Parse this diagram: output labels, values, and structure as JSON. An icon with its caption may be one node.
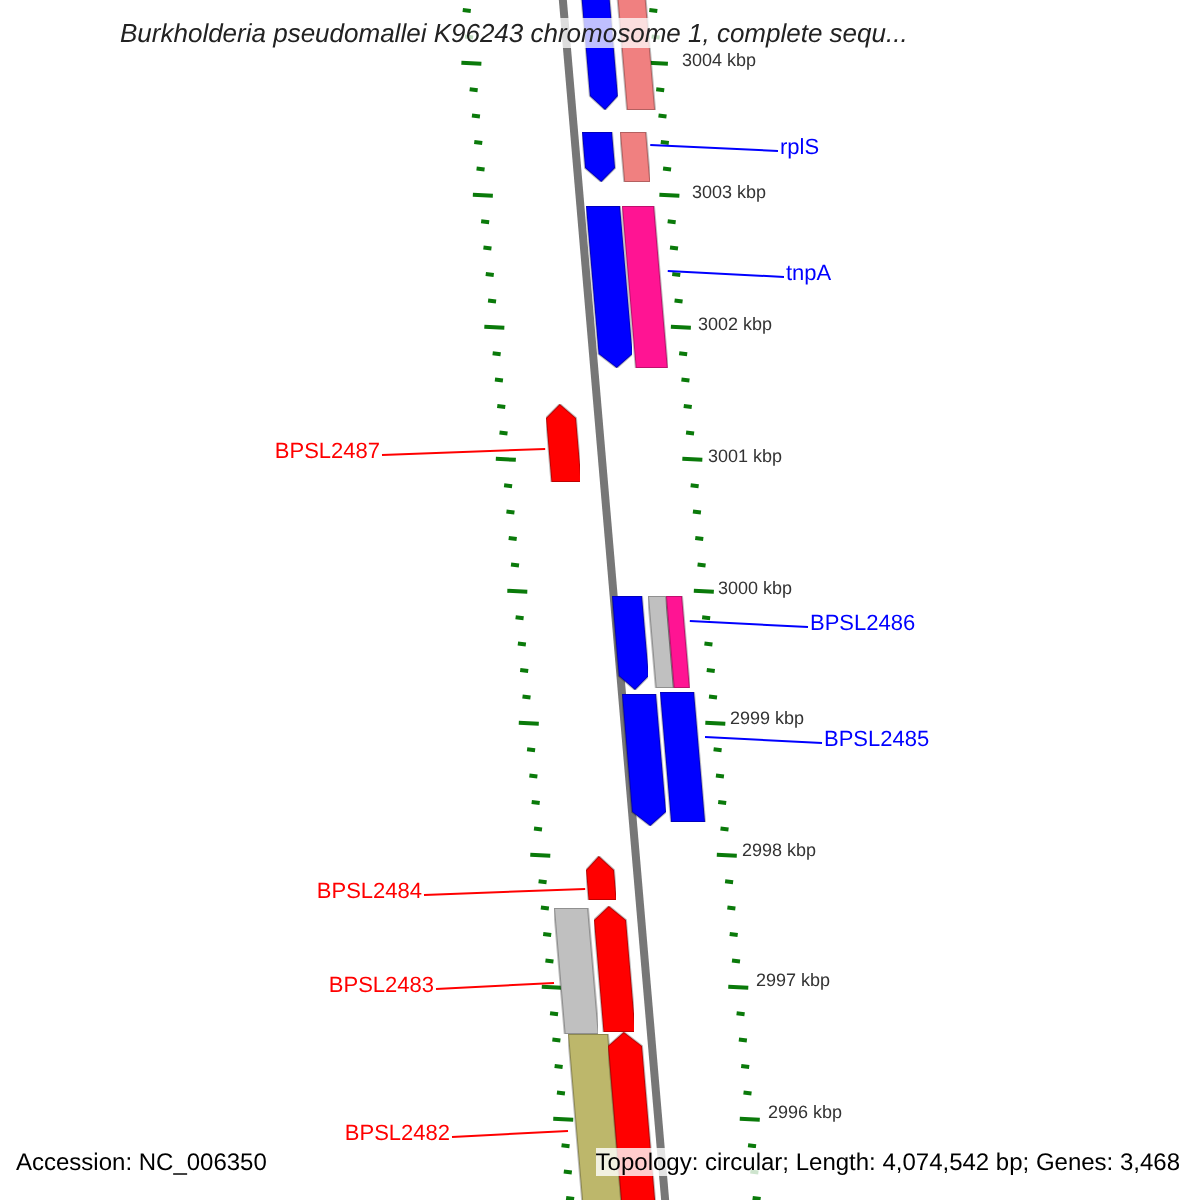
{
  "diagram": {
    "title": "Burkholderia pseudomallei K96243 chromosome 1, complete sequ...",
    "nodes": [
      {
        "text": [],
        "shape": "arrow"
      },
      {
        "text": [],
        "shape": "bar"
      },
      {
        "text": [],
        "shape": "arrow"
      },
      {
        "text": [],
        "shape": "bar"
      },
      {
        "text": [
          "rplS"
        ]
      },
      {
        "text": [],
        "shape": "arrow"
      },
      {
        "text": [],
        "shape": "bar"
      },
      {
        "text": [
          "tnpA"
        ]
      },
      {
        "text": [],
        "shape": "arrow"
      },
      {
        "text": [
          "BPSL2487"
        ]
      },
      {
        "text": [],
        "shape": "arrow"
      },
      {
        "text": [],
        "shape": "bar"
      },
      {
        "text": [],
        "shape": "bar"
      },
      {
        "text": [
          "BPSL2486"
        ]
      },
      {
        "text": [],
        "shape": "arrow"
      },
      {
        "text": [],
        "shape": "bar"
      },
      {
        "text": [
          "BPSL2485"
        ]
      },
      {
        "text": [],
        "shape": "arrow"
      },
      {
        "text": [
          "BPSL2484"
        ]
      },
      {
        "text": [],
        "shape": "bar"
      },
      {
        "text": [],
        "shape": "arrow"
      },
      {
        "text": [
          "BPSL2483"
        ]
      },
      {
        "text": [],
        "shape": "bar"
      },
      {
        "text": [],
        "shape": "arrow"
      },
      {
        "text": [
          "BPSL2482"
        ]
      }
    ],
    "edges": [
      {
        "from": 4,
        "to": 3,
        "arrow": "none",
        "color": "#0000ff"
      },
      {
        "from": 7,
        "to": 6,
        "arrow": "none",
        "color": "#0000ff"
      },
      {
        "from": 9,
        "to": 8,
        "arrow": "none",
        "color": "#ff0000"
      },
      {
        "from": 13,
        "to": 12,
        "arrow": "none",
        "color": "#0000ff"
      },
      {
        "from": 16,
        "to": 15,
        "arrow": "none",
        "color": "#0000ff"
      },
      {
        "from": 18,
        "to": 17,
        "arrow": "none",
        "color": "#ff0000"
      },
      {
        "from": 21,
        "to": 19,
        "arrow": "none",
        "color": "#ff0000"
      },
      {
        "from": 24,
        "to": 22,
        "arrow": "none",
        "color": "#ff0000"
      }
    ],
    "labels": [
      "3004 kbp",
      "3003 kbp",
      "3002 kbp",
      "3001 kbp",
      "3000 kbp",
      "2999 kbp",
      "2998 kbp",
      "2997 kbp",
      "2996 kbp",
      "Accession: NC_006350",
      "Topology: circular; Length: 4,074,542 bp; Genes: 3,468"
    ]
  }
}
